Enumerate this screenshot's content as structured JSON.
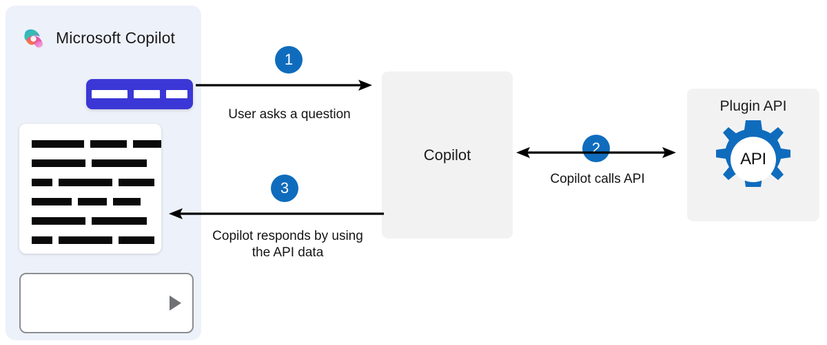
{
  "app_panel": {
    "title": "Microsoft Copilot",
    "logo_icon": "copilot-logo-icon",
    "message_bubble": {
      "icon": "user-message-bubble",
      "bar_widths": [
        52,
        38,
        31
      ]
    },
    "response_card": {
      "icon": "assistant-response-card",
      "rows": [
        [
          78,
          54,
          42
        ],
        [
          100,
          100
        ],
        [
          30,
          84,
          59
        ],
        [
          70,
          45,
          41
        ],
        [
          87,
          88
        ],
        [
          32,
          86,
          60
        ]
      ]
    },
    "prompt_box": {
      "placeholder": "",
      "value": "",
      "send_icon": "send-play-icon"
    }
  },
  "nodes": {
    "copilot": {
      "label": "Copilot"
    },
    "plugin_api": {
      "label": "Plugin API",
      "gear_icon": "gear-icon",
      "gear_text": "API"
    }
  },
  "flows": [
    {
      "step": "1",
      "label": "User asks a question",
      "direction": "right",
      "arrow_icon": "arrow-right-icon"
    },
    {
      "step": "2",
      "label": "Copilot calls API",
      "direction": "both",
      "arrow_icon": "arrow-bidirectional-icon"
    },
    {
      "step": "3",
      "label": "Copilot responds by using\nthe API data",
      "direction": "left",
      "arrow_icon": "arrow-left-icon"
    }
  ],
  "colors": {
    "panel_background": "#edf1fa",
    "badge_blue": "#0f6cbd",
    "bubble_blue": "#3b37d6",
    "node_gray": "#f2f2f2",
    "gear_blue": "#0f6cbd",
    "arrow_black": "#000000"
  }
}
